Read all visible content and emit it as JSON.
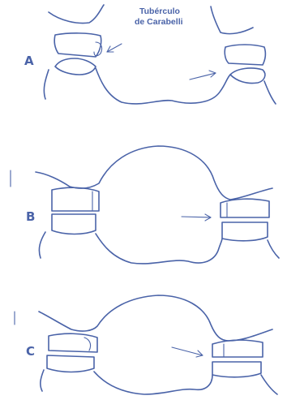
{
  "annotation": {
    "line1": "Tubérculo",
    "line2": "de Carabelli"
  },
  "panels": [
    {
      "label": "A"
    },
    {
      "label": "B"
    },
    {
      "label": "C"
    }
  ],
  "colors": {
    "ink": "#4a63a8",
    "paper": "#ffffff"
  }
}
